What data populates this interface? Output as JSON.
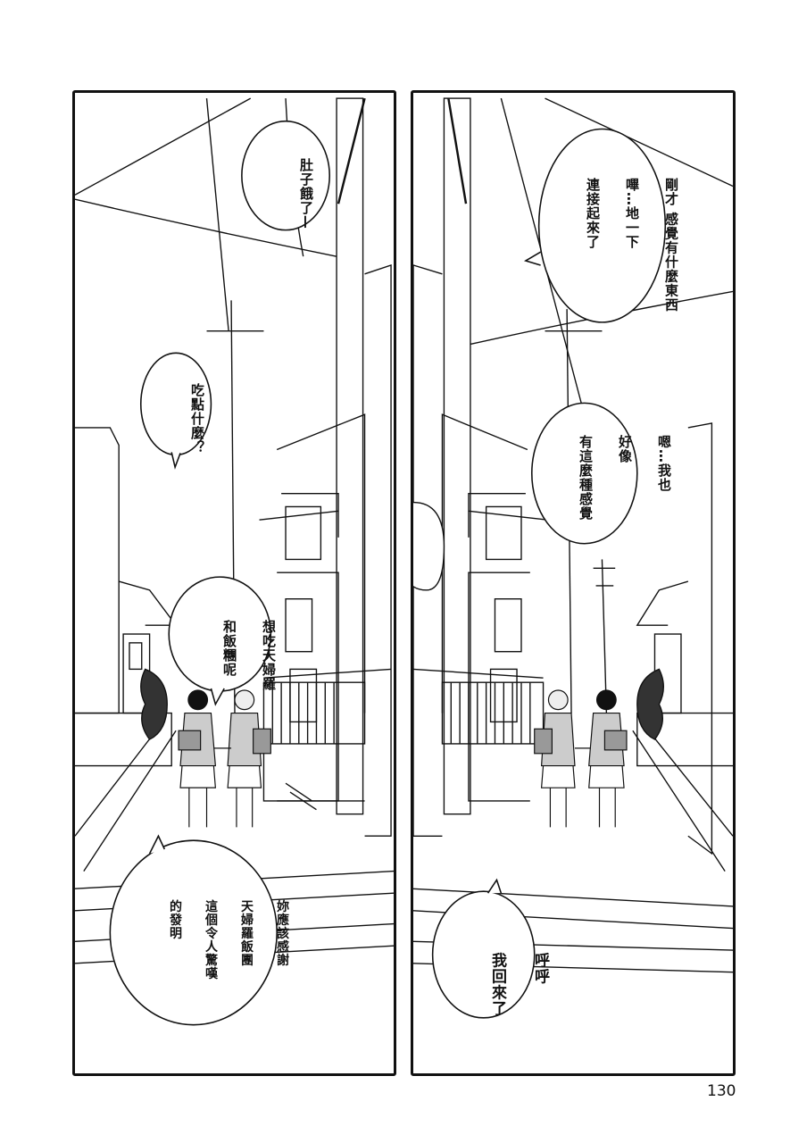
{
  "page": {
    "number": "130",
    "colors": {
      "ink": "#111111",
      "paper": "#ffffff",
      "screentone": "#bbbbbb"
    }
  },
  "panels": [
    {
      "id": "left",
      "bubbles": [
        {
          "id": "hungry",
          "lines": [
            "肚子餓了—"
          ]
        },
        {
          "id": "eat-what",
          "lines": [
            "吃點什麼？"
          ]
        },
        {
          "id": "tempura",
          "lines": [
            "想吃天婦羅",
            "和飯糰呢"
          ]
        },
        {
          "id": "thank",
          "lines": [
            "妳應該感謝",
            "天婦羅飯團",
            "這個令人驚嘆",
            "的發明"
          ]
        }
      ]
    },
    {
      "id": "right",
      "bubbles": [
        {
          "id": "connected",
          "lines": [
            "剛才 感覺有什麼東西",
            "嗶…地一下",
            "連接起來了"
          ]
        },
        {
          "id": "me-too",
          "lines": [
            "嗯…我也",
            "好像",
            "有這麼種感覺"
          ]
        },
        {
          "id": "back",
          "lines": [
            "呼呼",
            "我回來了"
          ]
        }
      ]
    }
  ]
}
